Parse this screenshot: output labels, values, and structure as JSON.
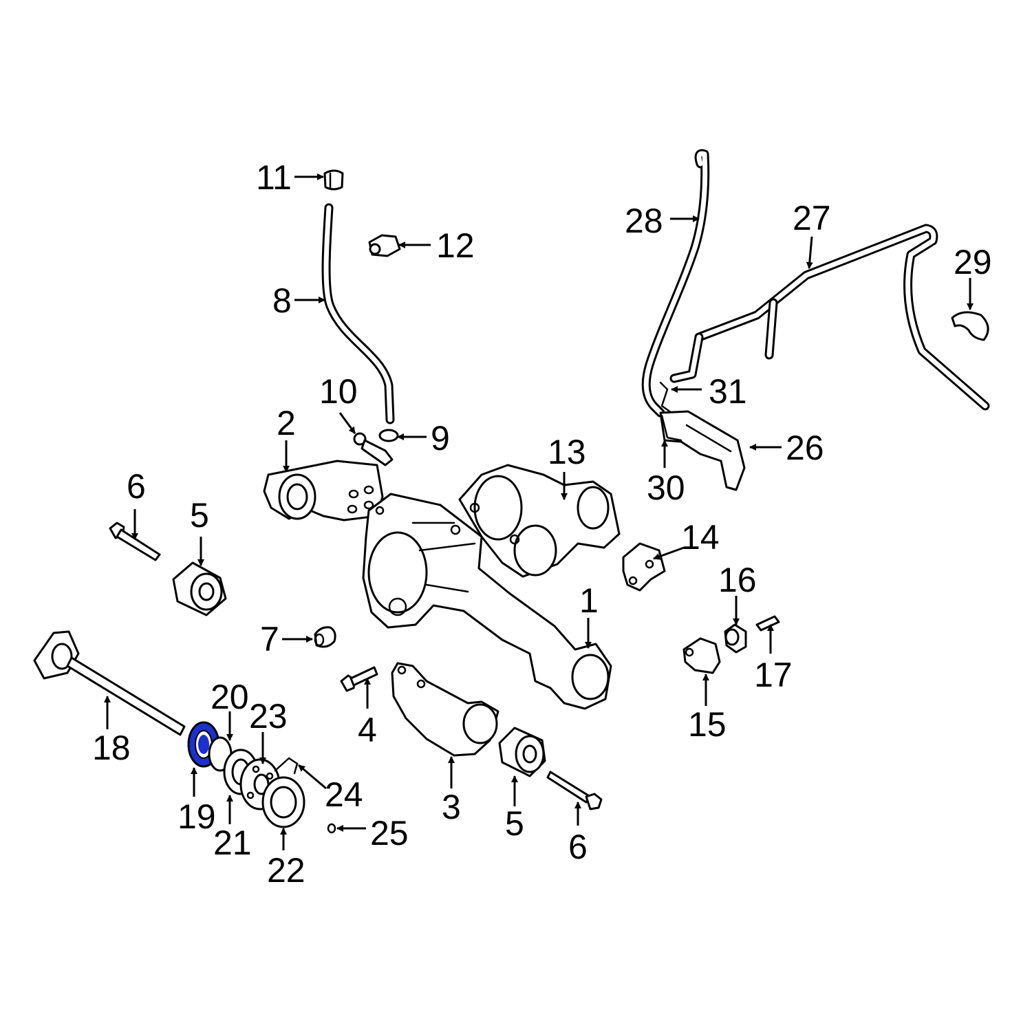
{
  "highlight_color": "#1c2fd0",
  "highlighted_part": "19",
  "callouts": [
    "1",
    "2",
    "3",
    "4",
    "5",
    "5",
    "6",
    "6",
    "7",
    "8",
    "9",
    "10",
    "11",
    "12",
    "13",
    "14",
    "15",
    "16",
    "17",
    "18",
    "19",
    "20",
    "21",
    "22",
    "23",
    "24",
    "25",
    "26",
    "27",
    "28",
    "29",
    "30",
    "31"
  ]
}
